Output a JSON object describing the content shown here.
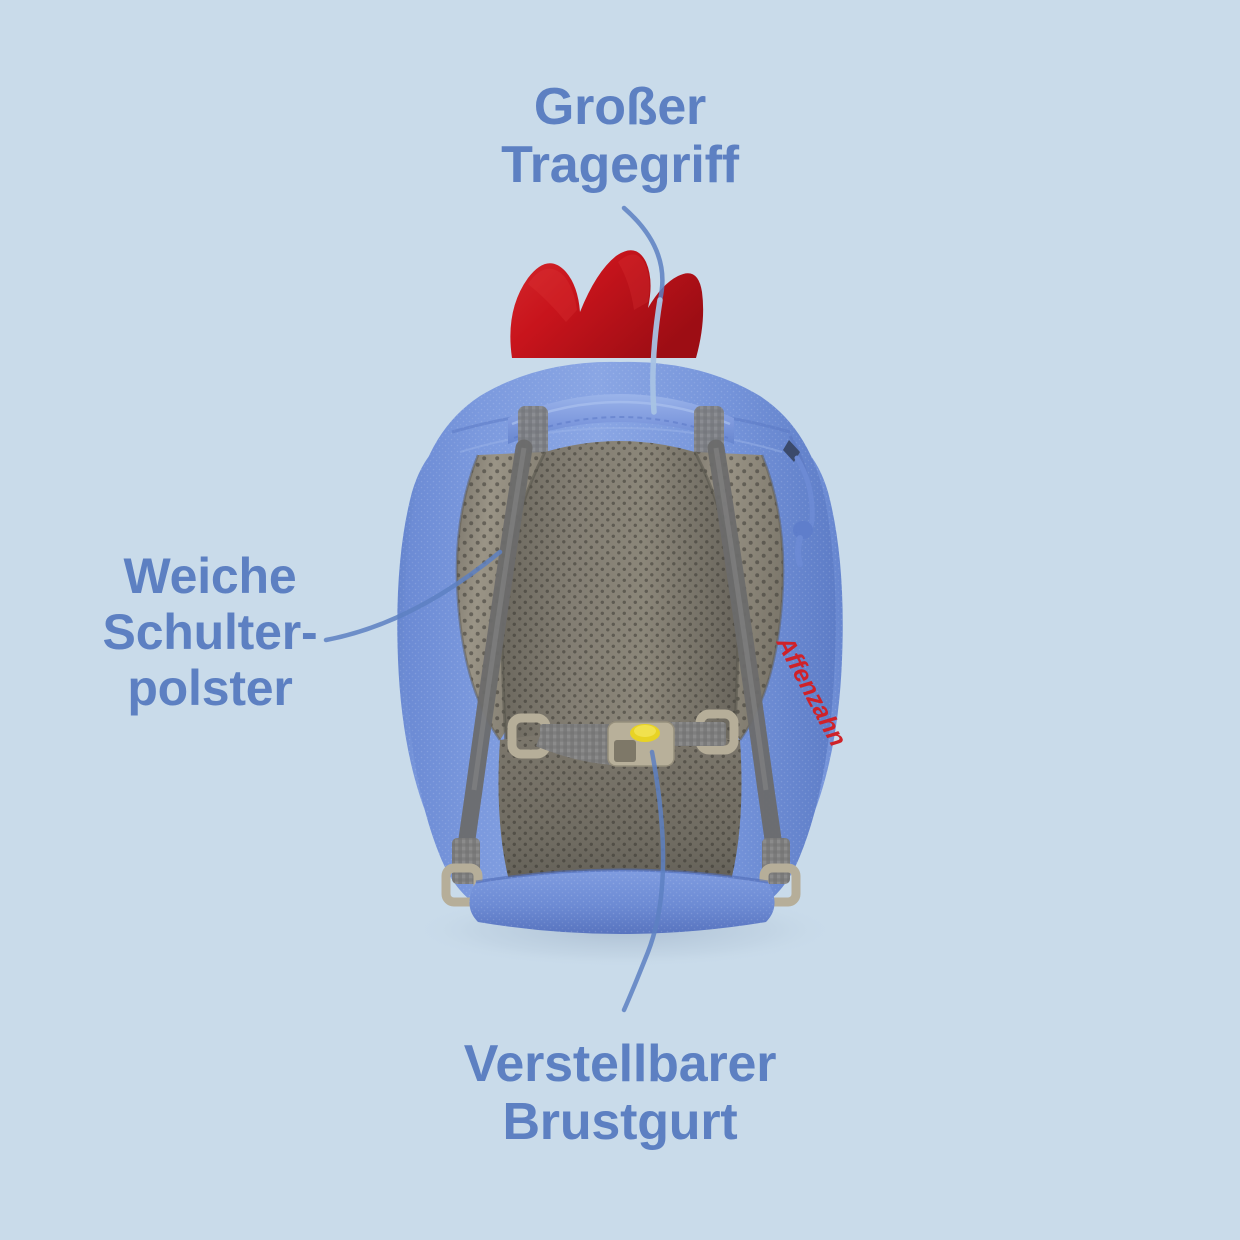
{
  "scene": {
    "background_color": "#c9dbea",
    "product_name": "Affenzahn kids backpack (rooster) — back view",
    "brand_label": "Affenzahn",
    "brand_color": "#cf2229"
  },
  "callouts": {
    "accent_color": "#5d80c2",
    "items": [
      {
        "id": "handle",
        "text": "Großer\nTragegriff",
        "position": "top-center",
        "points_to": "carry-handle"
      },
      {
        "id": "shoulder",
        "text": "Weiche\nSchulter-\npolster",
        "position": "left-middle",
        "points_to": "shoulder-padding"
      },
      {
        "id": "chest",
        "text": "Verstellbarer\nBrustgurt",
        "position": "bottom-center",
        "points_to": "chest-strap-buckle"
      }
    ]
  },
  "product_colors": {
    "body_blue": "#6e8fd8",
    "body_blue_light": "#8aa6e2",
    "body_blue_dark": "#5775c2",
    "mesh_grey": "#8b8678",
    "mesh_grey_dark": "#6f6b61",
    "webbing_grey": "#7b7b7b",
    "buckle_beige": "#b8b09a",
    "comb_red": "#c8141c",
    "buckle_button_yellow": "#e8d324"
  }
}
